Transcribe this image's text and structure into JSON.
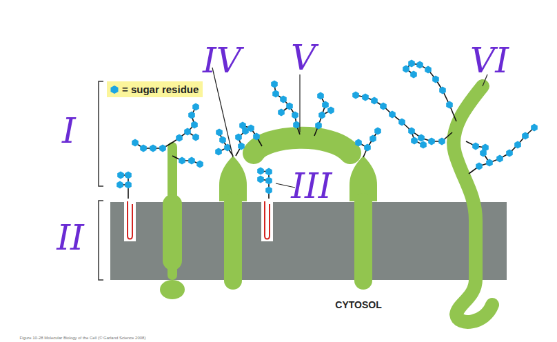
{
  "diagram": {
    "labels": [
      "I",
      "II",
      "III",
      "IV",
      "V",
      "VI",
      "CYTOSOL",
      "Figure 10-28 Molecular Biology of the Cell (© Garland Science 2008)"
    ],
    "legend": [
      {
        "text": "= sugar residue"
      }
    ]
  }
}
